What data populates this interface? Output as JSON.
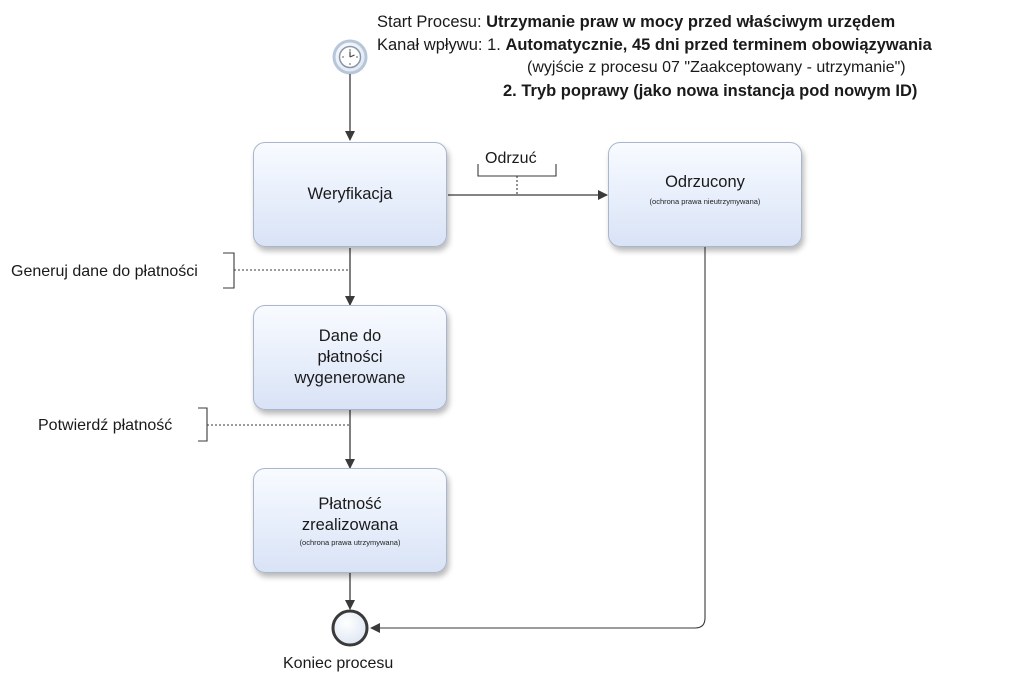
{
  "header": {
    "start_label": "Start Procesu:",
    "start_value": "Utrzymanie praw w mocy przed właściwym urzędem",
    "channel_label": "Kanał wpływu:",
    "channel_1_num": "1.",
    "channel_1_text": "Automatycznie, 45 dni przed terminem obowiązywania",
    "channel_1_note": "(wyjście z procesu 07 \"Zaakceptowany - utrzymanie\")",
    "channel_2_num": "2.",
    "channel_2_text": "Tryb poprawy (jako nowa instancja pod nowym ID)"
  },
  "tasks": {
    "verification": {
      "title": "Weryfikacja"
    },
    "rejected": {
      "title": "Odrzucony",
      "subtitle": "(ochrona prawa nieutrzymywana)"
    },
    "payment_data": {
      "title": "Dane do płatności wygenerowane"
    },
    "payment_done": {
      "title": "Płatność zrealizowana",
      "subtitle": "(ochrona prawa utrzymywana)"
    }
  },
  "annotations": {
    "reject": "Odrzuć",
    "generate": "Generuj dane do płatności",
    "confirm": "Potwierdź płatność"
  },
  "end_event": {
    "label": "Koniec procesu"
  },
  "icons": {
    "start": "timer-start-event-icon",
    "end": "end-event-icon"
  },
  "colors": {
    "task_border": "#a9b6cc",
    "task_fill_top": "#f8fbff",
    "task_fill_bottom": "#d9e3f6",
    "connector": "#3a3a3a",
    "event_border": "#b8c6da"
  }
}
